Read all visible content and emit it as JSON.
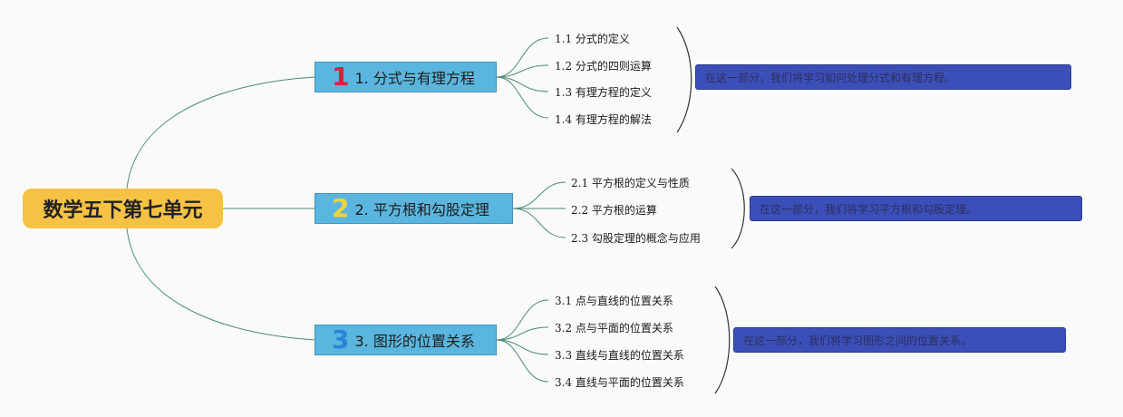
{
  "root": {
    "label": "数学五下第七单元"
  },
  "branches": [
    {
      "num": "1",
      "num_color": "#d9213b",
      "label": "1. 分式与有理方程",
      "topics": [
        "1.1 分式的定义",
        "1.2 分式的四则运算",
        "1.3 有理方程的定义",
        "1.4 有理方程的解法"
      ],
      "note": "在这一部分，我们将学习如何处理分式和有理方程。"
    },
    {
      "num": "2",
      "num_color": "#f3d33a",
      "label": "2. 平方根和勾股定理",
      "topics": [
        "2.1 平方根的定义与性质",
        "2.2 平方根的运算",
        "2.3 勾股定理的概念与应用"
      ],
      "note": "在这一部分，我们将学习平方根和勾股定理。"
    },
    {
      "num": "3",
      "num_color": "#2a84d8",
      "label": "3. 图形的位置关系",
      "topics": [
        "3.1 点与直线的位置关系",
        "3.2 点与平面的位置关系",
        "3.3 直线与直线的位置关系",
        "3.4 直线与平面的位置关系"
      ],
      "note": "在这一部分，我们将学习图形之间的位置关系。"
    }
  ],
  "colors": {
    "connector": "#4d8a73",
    "bracket": "#333333"
  }
}
